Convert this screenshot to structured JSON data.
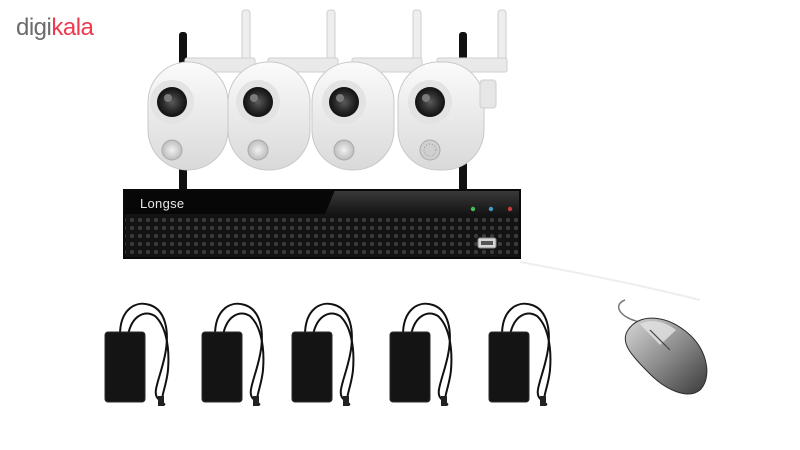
{
  "header": {
    "logo_part1": "digi",
    "logo_part2": "kala",
    "logo_color_primary": "#6b6b6b",
    "logo_color_accent": "#ef394e"
  },
  "product": {
    "brand": "Longse",
    "camera_count": 4,
    "power_adapter_count": 5,
    "includes_mouse": true
  }
}
